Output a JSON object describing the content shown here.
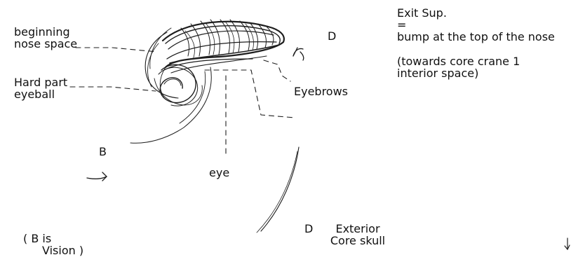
{
  "colors": {
    "ink": "#111111",
    "stroke": "#1e1e1e",
    "background": "#ffffff"
  },
  "labels": {
    "nose_space_line1": "beginning",
    "nose_space_line2": "nose space",
    "hard_part_line1": "Hard part",
    "hard_part_line2": "eyeball",
    "eyebrows": "Eyebrows",
    "eye": "eye",
    "b_marker": "B",
    "d_marker_top": "D",
    "d_marker_bottom": "D",
    "exterior_line1": "Exterior",
    "exterior_line2": "Core skull",
    "b_note_line1": "( B is",
    "b_note_line2": "Vision )"
  },
  "note": {
    "line1": "Exit Sup.",
    "line2": "=",
    "line3": "bump at the top of the nose",
    "line4": "(towards core crane 1",
    "line5": "interior space)"
  },
  "icons": {
    "curved_arrow_top": "curved-arrow-icon",
    "curved_arrow_left": "curved-arrow-icon",
    "down_arrow": "down-arrow-icon"
  }
}
